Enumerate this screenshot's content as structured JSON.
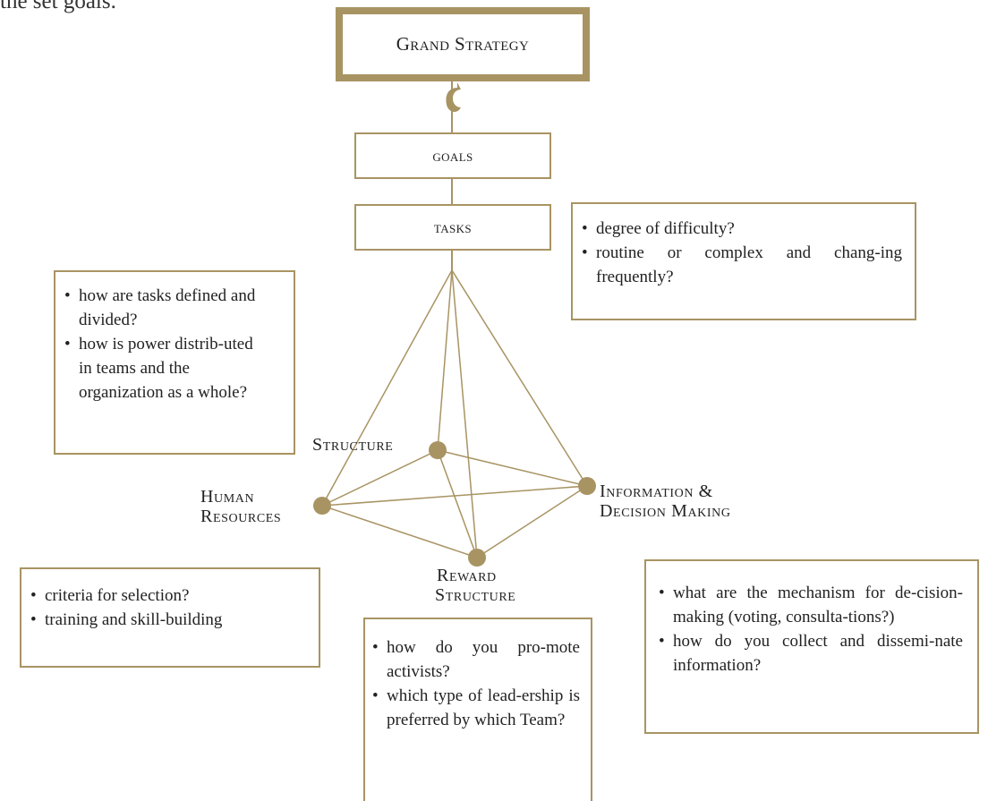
{
  "intro_text": "the set goals.",
  "grand_strategy": "Grand Strategy",
  "goals": "goals",
  "tasks": "tasks",
  "nodes": {
    "structure": "Structure",
    "human_resources": [
      "Human",
      "Resources"
    ],
    "information": [
      "Information &",
      "Decision Making"
    ],
    "reward": [
      "Reward",
      "Structure"
    ]
  },
  "notes": {
    "tasks": [
      "degree of difficulty?",
      "routine or complex and chang-ing frequently?"
    ],
    "structure": [
      "how are tasks defined and divided?",
      "how is power distrib-uted in teams and the organization as a whole?"
    ],
    "human_resources": [
      "criteria for selection?",
      "training and skill-building"
    ],
    "reward": [
      "how do you pro-mote activists?",
      "which type of lead-ership is preferred by which Team?"
    ],
    "information": [
      "what are the mechanism for de-cision-making (voting, consulta-tions?)",
      "how do you collect and dissemi-nate information?"
    ]
  },
  "colors": {
    "accent": "#a89463",
    "text": "#222222"
  }
}
